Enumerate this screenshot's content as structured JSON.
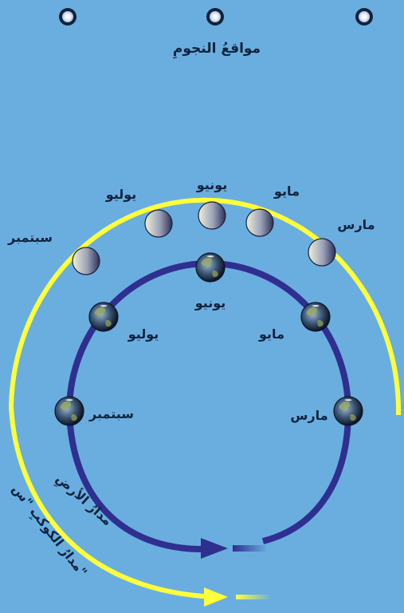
{
  "stars_label": "مواقعُ النجومِ",
  "planet_months": [
    {
      "label": "سبتمبر"
    },
    {
      "label": "يوليو"
    },
    {
      "label": "يونيو"
    },
    {
      "label": "مايو"
    },
    {
      "label": "مارس"
    }
  ],
  "earth_months": [
    {
      "label": "سبتمبر"
    },
    {
      "label": "يوليو"
    },
    {
      "label": "يونيو"
    },
    {
      "label": "مايو"
    },
    {
      "label": "مارس"
    }
  ],
  "earth_orbit_label": "مدارُ الأرضِ",
  "planet_orbit_label": "مدارُ الكوكبِ \"س\"",
  "colors": {
    "background": "#6aaee0",
    "planet_orbit": "#ffff3a",
    "earth_orbit": "#2f2f8f"
  }
}
